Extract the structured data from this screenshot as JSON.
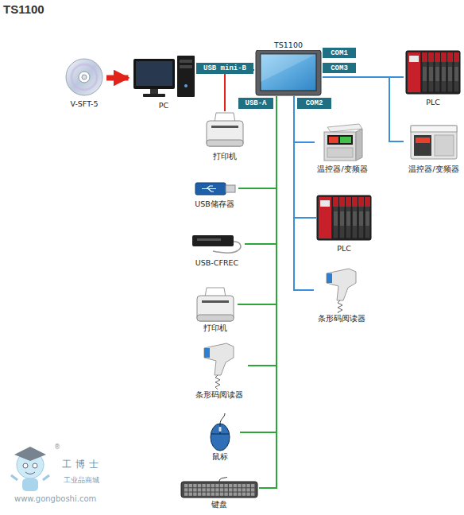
{
  "diagram": {
    "title": "TS1100",
    "nodes": [
      {
        "text": [
          "V-SFT-5"
        ]
      },
      {
        "text": [
          "PC"
        ]
      },
      {
        "text": [
          "USB mini-B"
        ]
      },
      {
        "text": [
          "TS1100"
        ]
      },
      {
        "text": [
          "COM1"
        ]
      },
      {
        "text": [
          "COM3"
        ]
      },
      {
        "text": [
          "USB-A"
        ]
      },
      {
        "text": [
          "COM2"
        ]
      },
      {
        "text": [
          "PLC"
        ]
      },
      {
        "text": [
          "打印机"
        ]
      },
      {
        "text": [
          "温控器/变频器"
        ]
      },
      {
        "text": [
          "温控器/变频器"
        ]
      },
      {
        "text": [
          "USB储存器"
        ]
      },
      {
        "text": [
          "PLC"
        ]
      },
      {
        "text": [
          "USB-CFREC"
        ]
      },
      {
        "text": [
          "打印机"
        ]
      },
      {
        "text": [
          "条形码阅读器"
        ]
      },
      {
        "text": [
          "条形码阅读器"
        ]
      },
      {
        "text": [
          "鼠标"
        ]
      },
      {
        "text": [
          "键盘"
        ]
      }
    ],
    "edges": [
      {
        "from": 0,
        "to": 1,
        "arrow": "to"
      },
      {
        "from": 1,
        "to": 3,
        "arrow": "none"
      },
      {
        "from": 3,
        "to": 9,
        "arrow": "none"
      },
      {
        "from": 3,
        "to": 12,
        "arrow": "none"
      },
      {
        "from": 3,
        "to": 14,
        "arrow": "none"
      },
      {
        "from": 3,
        "to": 15,
        "arrow": "none"
      },
      {
        "from": 3,
        "to": 17,
        "arrow": "none"
      },
      {
        "from": 3,
        "to": 18,
        "arrow": "none"
      },
      {
        "from": 3,
        "to": 19,
        "arrow": "none"
      },
      {
        "from": 3,
        "to": 10,
        "arrow": "none"
      },
      {
        "from": 3,
        "to": 13,
        "arrow": "none"
      },
      {
        "from": 3,
        "to": 16,
        "arrow": "none"
      },
      {
        "from": 3,
        "to": 8,
        "arrow": "none"
      },
      {
        "from": 3,
        "to": 11,
        "arrow": "none"
      }
    ],
    "labels": [
      "®",
      "工博士",
      "工业品商城",
      "www.gongboshi.com"
    ]
  }
}
